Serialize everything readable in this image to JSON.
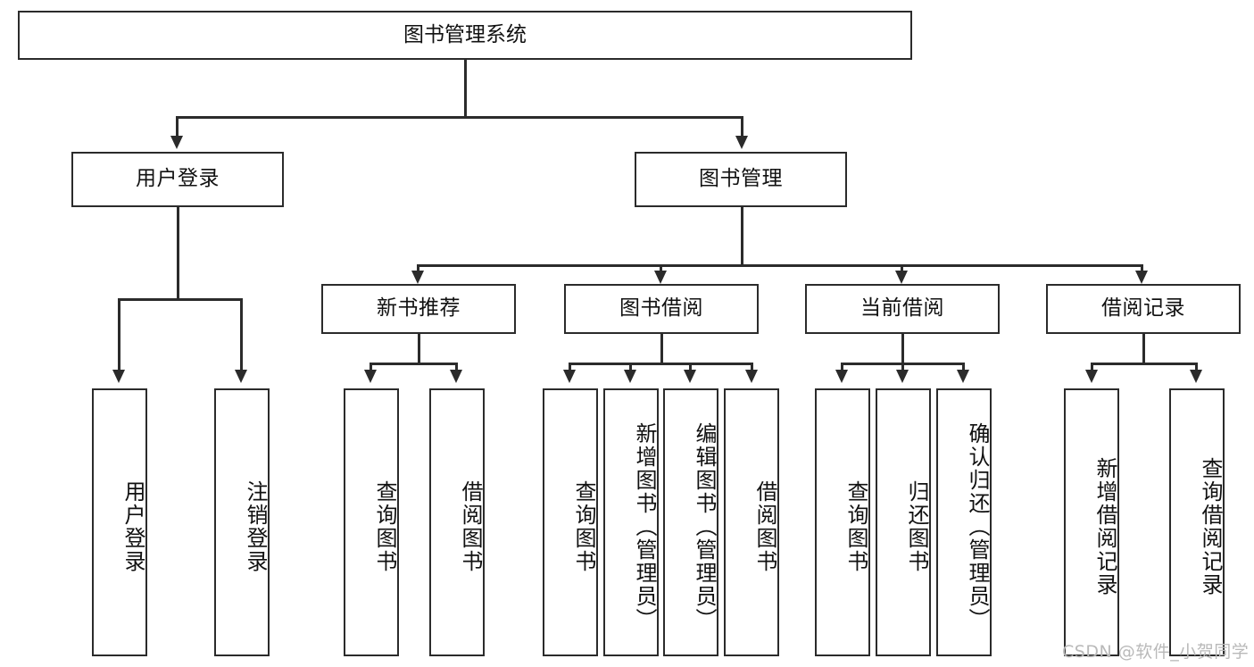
{
  "diagram": {
    "type": "tree-hierarchy-chart",
    "title": "图书管理系统",
    "root": {
      "label": "图书管理系统"
    },
    "level2": [
      {
        "label": "用户登录"
      },
      {
        "label": "图书管理"
      }
    ],
    "level3": [
      {
        "label": "新书推荐"
      },
      {
        "label": "图书借阅"
      },
      {
        "label": "当前借阅"
      },
      {
        "label": "借阅记录"
      }
    ],
    "leaves": {
      "user_login": [
        {
          "label": "用户登录"
        },
        {
          "label": "注销登录"
        }
      ],
      "new_book_recommend": [
        {
          "label": "查询图书"
        },
        {
          "label": "借阅图书"
        }
      ],
      "book_borrow": [
        {
          "label": "查询图书"
        },
        {
          "label": "新增图书（管理员）"
        },
        {
          "label": "编辑图书（管理员）"
        },
        {
          "label": "借阅图书"
        }
      ],
      "current_borrow": [
        {
          "label": "查询图书"
        },
        {
          "label": "归还图书"
        },
        {
          "label": "确认归还（管理员）"
        }
      ],
      "borrow_record": [
        {
          "label": "新增借阅记录"
        },
        {
          "label": "查询借阅记录"
        }
      ]
    }
  },
  "watermark": {
    "text": "CSDN @软件_小贺同学"
  },
  "colors": {
    "stroke": "#2b2b2b",
    "fill": "#ffffff",
    "text": "#111111",
    "watermark": "#b9b9b9"
  }
}
